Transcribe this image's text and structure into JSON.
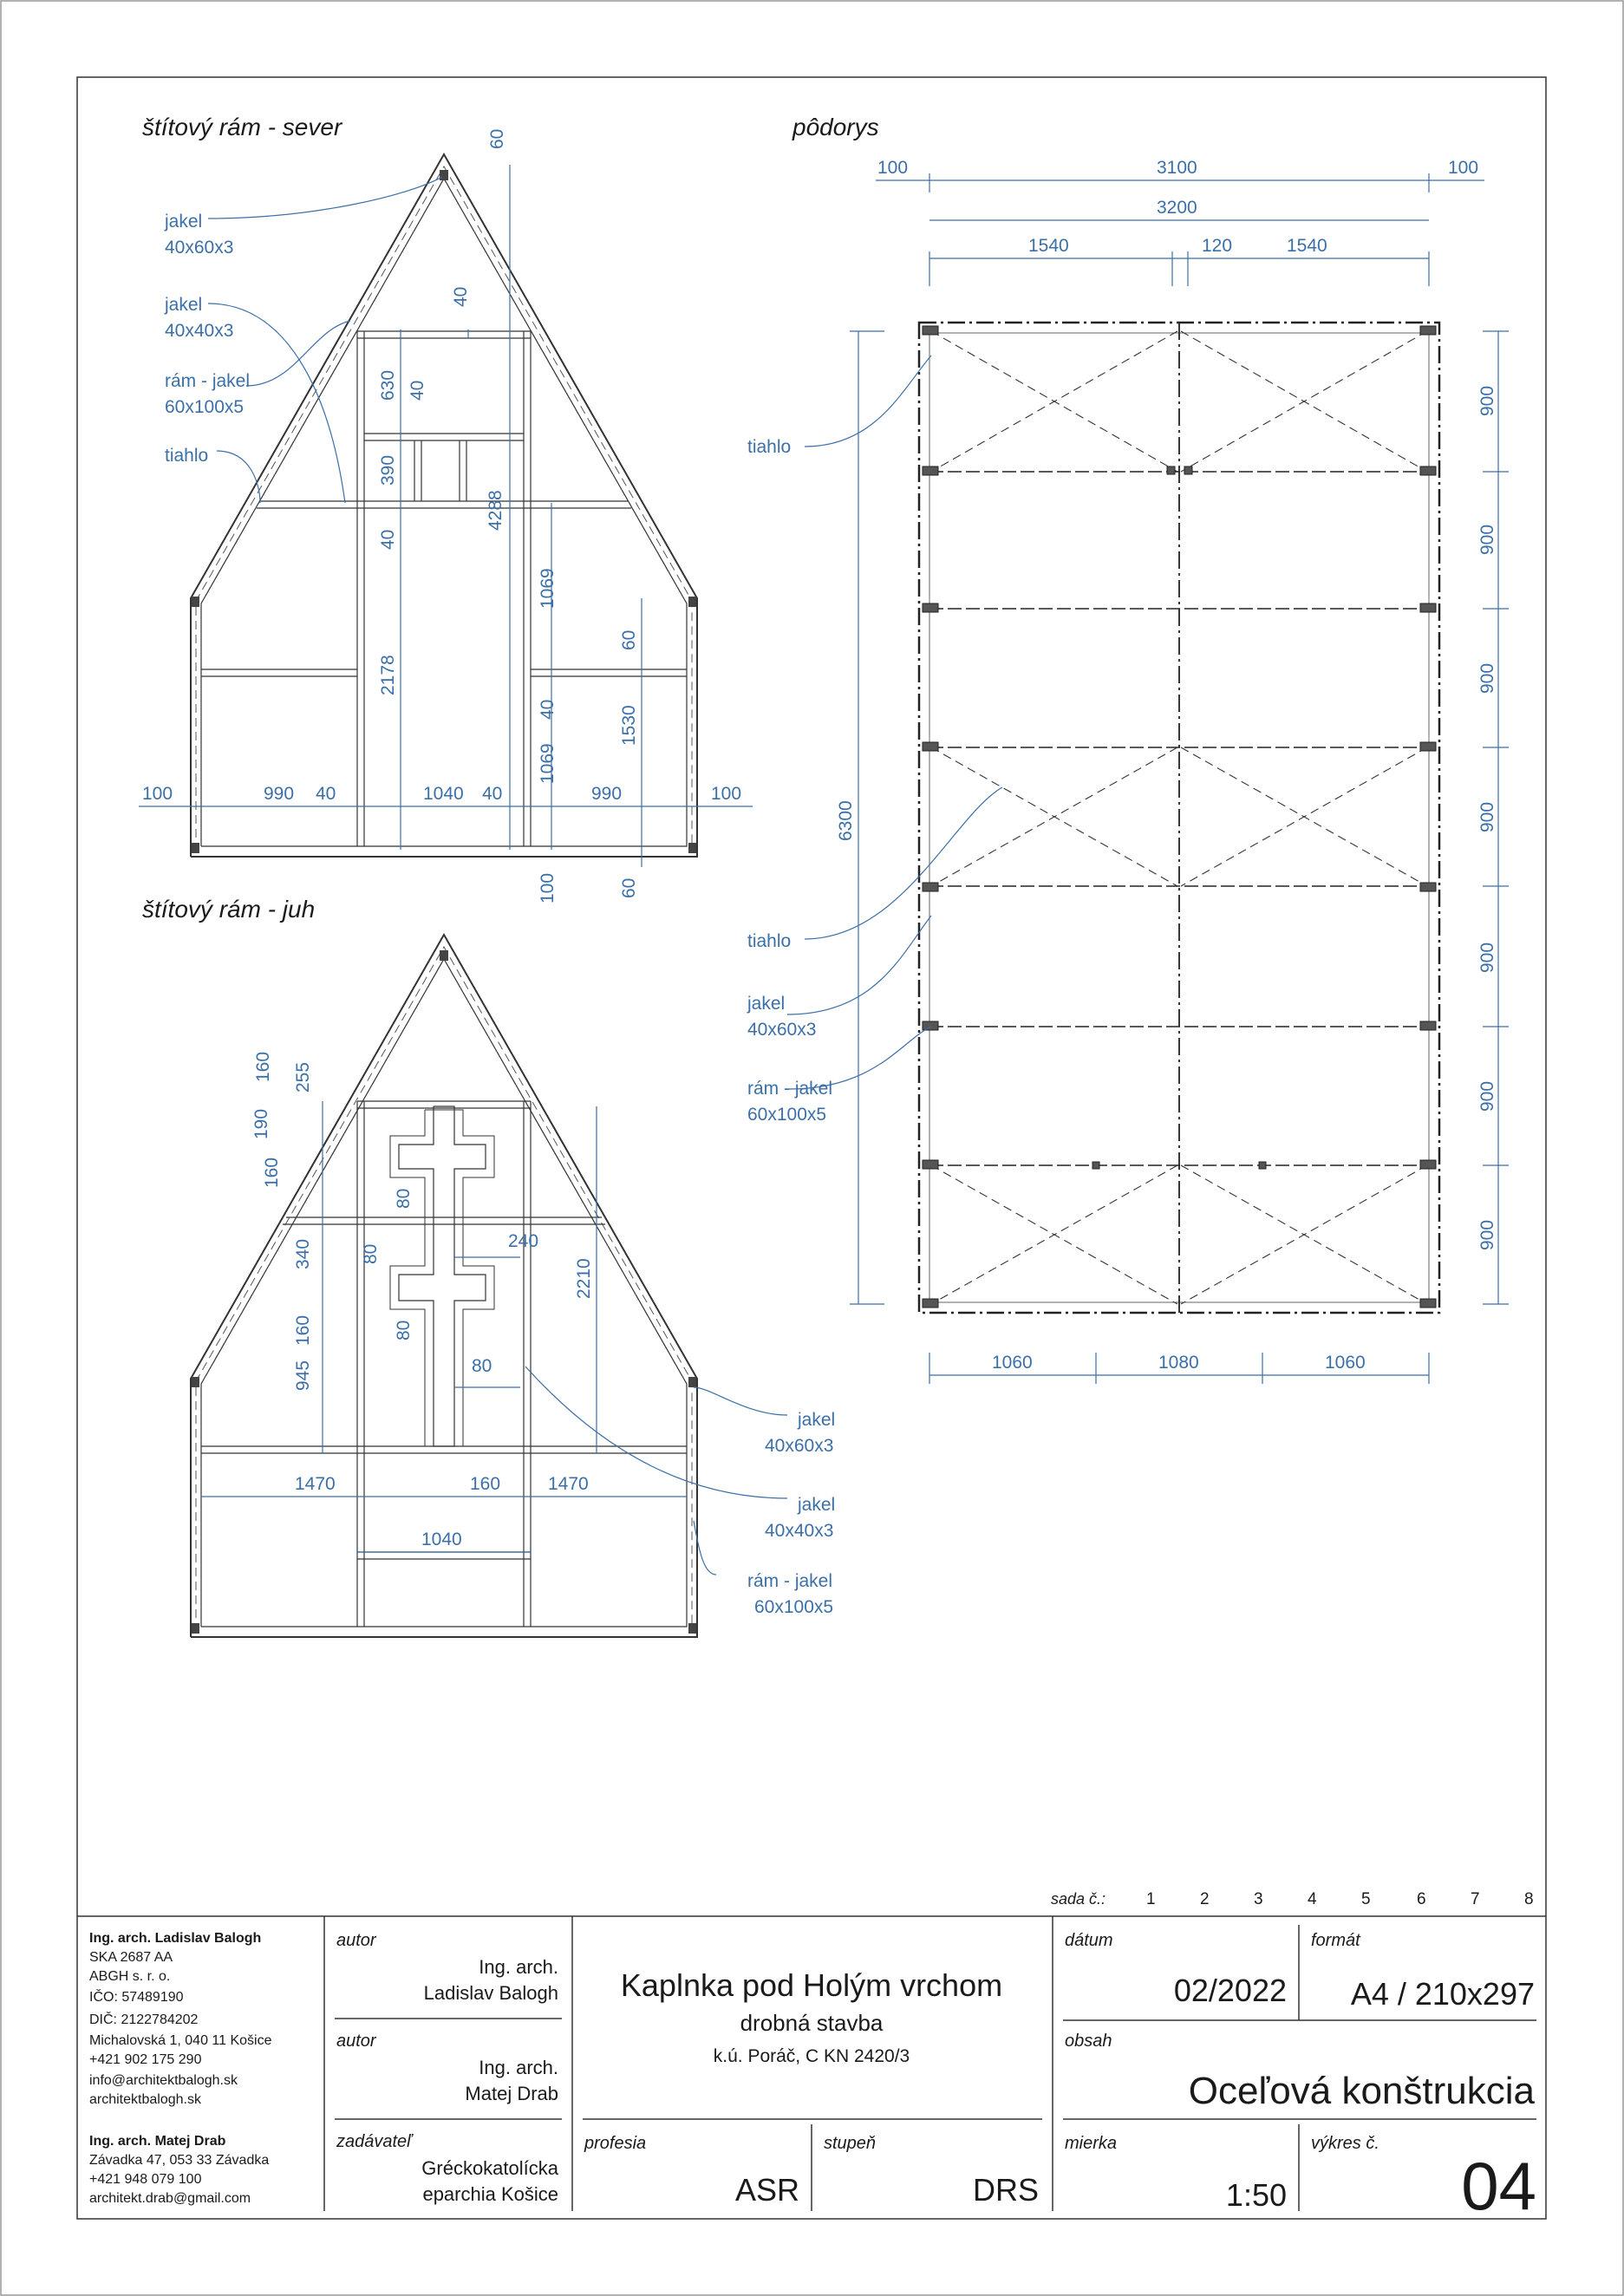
{
  "north": {
    "title": "štítový rám - sever",
    "labels": [
      "jakel",
      "40x60x3",
      "jakel",
      "40x40x3",
      "rám - jakel",
      "60x100x5",
      "tiahlo"
    ],
    "dims": [
      "60",
      "40",
      "630",
      "40",
      "390",
      "40",
      "2178",
      "4288",
      "1069",
      "40",
      "1069",
      "60",
      "1530",
      "100",
      "990",
      "40",
      "1040",
      "40",
      "990",
      "100",
      "100",
      "60"
    ]
  },
  "south": {
    "title": "štítový rám - juh",
    "labels": [
      "jakel",
      "40x60x3",
      "jakel",
      "40x40x3",
      "rám - jakel",
      "60x100x5"
    ],
    "dims": [
      "160",
      "255",
      "190",
      "160",
      "80",
      "80",
      "240",
      "340",
      "2210",
      "160",
      "945",
      "80",
      "80",
      "1470",
      "160",
      "1470",
      "1040"
    ]
  },
  "plan": {
    "title": "pôdorys",
    "labels": [
      "tiahlo",
      "tiahlo",
      "jakel",
      "40x60x3",
      "rám - jakel",
      "60x100x5"
    ],
    "dims_top": [
      "100",
      "3100",
      "100",
      "3200",
      "1540",
      "120",
      "1540"
    ],
    "dim_left": "6300",
    "dims_right": [
      "900",
      "900",
      "900",
      "900",
      "900",
      "900",
      "900"
    ],
    "dims_bottom": [
      "1060",
      "1080",
      "1060"
    ]
  },
  "sets": {
    "label": "sada č.:",
    "numbers": [
      "1",
      "2",
      "3",
      "4",
      "5",
      "6",
      "7",
      "8"
    ]
  },
  "titleblock": {
    "company_lines": [
      "Ing. arch. Ladislav Balogh",
      "SKA 2687 AA",
      "ABGH s. r. o.",
      "IČO: 57489190",
      "DIČ: 2122784202",
      "Michalovská 1, 040 11 Košice",
      "+421 902 175 290",
      "info@architektbalogh.sk",
      "architektbalogh.sk"
    ],
    "company2_lines": [
      "Ing. arch. Matej Drab",
      "Závadka 47, 053 33 Závadka",
      "+421 948 079 100",
      "architekt.drab@gmail.com"
    ],
    "author1_label": "autor",
    "author1_lines": [
      "Ing. arch.",
      "Ladislav Balogh"
    ],
    "author2_label": "autor",
    "author2_lines": [
      "Ing. arch.",
      "Matej Drab"
    ],
    "client_label": "zadávateľ",
    "client_lines": [
      "Gréckokatolícka",
      "eparchia Košice"
    ],
    "project_title": "Kaplnka pod Holým vrchom",
    "project_sub": "drobná stavba",
    "project_loc": "k.ú. Poráč, C KN 2420/3",
    "profession_label": "profesia",
    "profession": "ASR",
    "stage_label": "stupeň",
    "stage": "DRS",
    "date_label": "dátum",
    "date": "02/2022",
    "format_label": "formát",
    "format": "A4 / 210x297",
    "content_label": "obsah",
    "content": "Oceľová konštrukcia",
    "scale_label": "mierka",
    "scale": "1:50",
    "drawing_label": "výkres č.",
    "drawing_no": "04"
  }
}
